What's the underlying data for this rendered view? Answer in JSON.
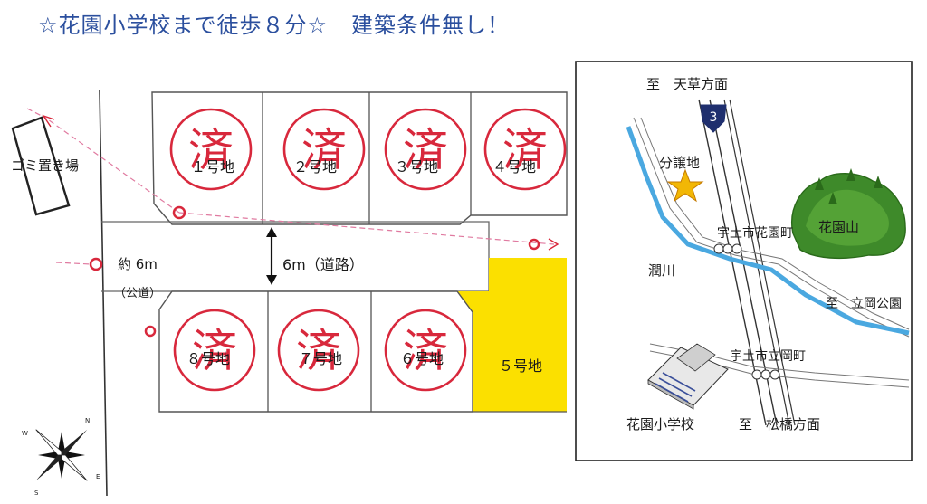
{
  "headline": {
    "left": "☆花園小学校まで徒歩８分☆",
    "right": "建築条件無し！"
  },
  "site_plan": {
    "garbage_area": "ゴミ置き場",
    "public_road_width": "約 6m",
    "public_road_label": "（公道）",
    "inner_road": "6m（道路）",
    "sold_mark": "済",
    "lots_top": [
      {
        "label": "１号地",
        "sold": true
      },
      {
        "label": "２号地",
        "sold": true
      },
      {
        "label": "３号地",
        "sold": true
      },
      {
        "label": "４号地",
        "sold": true
      }
    ],
    "lots_bottom": [
      {
        "label": "８号地",
        "sold": true
      },
      {
        "label": "７号地",
        "sold": true
      },
      {
        "label": "６号地",
        "sold": true
      },
      {
        "label": "５号地",
        "sold": false
      }
    ],
    "available_lot_color": "#fbe000",
    "compass_letters": [
      "N",
      "E",
      "S",
      "W"
    ]
  },
  "area_map": {
    "north_direction": "至　天草方面",
    "south_direction": "至　松橋方面",
    "route_number": "3",
    "sale_site": "分譲地",
    "town_hanazono": "宇土市花園町",
    "town_tachioka": "宇土市立岡町",
    "river": "潤川",
    "park": "至　立岡公園",
    "mountain": "花園山",
    "school": "花園小学校",
    "river_color": "#4aa8e0",
    "star_color": "#f2b705",
    "mountain_color": "#3e8a2a"
  }
}
